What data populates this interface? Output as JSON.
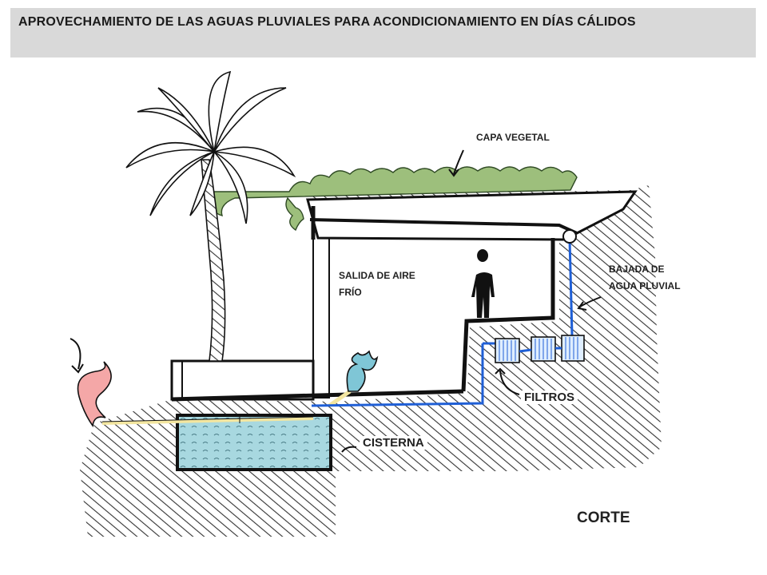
{
  "title": "APROVECHAMIENTO DE LAS  AGUAS PLUVIALES PARA ACONDICIONAMIENTO EN DÍAS CÁLIDOS",
  "labels": {
    "capa_vegetal": "CAPA VEGETAL",
    "salida_aire_1": "SALIDA DE AIRE",
    "salida_aire_2": "FRÍO",
    "bajada_1": "BAJADA DE",
    "bajada_2": "AGUA PLUVIAL",
    "filtros": "FILTROS",
    "cisterna": "CISTERNA",
    "corte": "CORTE"
  },
  "colors": {
    "header_bg": "#d9d9d9",
    "water": "#a8d8e0",
    "pipe": "#1f5fd6",
    "vegetation": "#9dbf7c",
    "warm_air": "#f4a7a7",
    "cold_air": "#7fc6d6",
    "yellow_pipe": "#f3e6a0"
  },
  "icons": [
    "palm-tree-icon",
    "person-silhouette-icon",
    "warm-air-arrow-icon",
    "cold-air-arrow-icon",
    "filter-unit-icon"
  ]
}
